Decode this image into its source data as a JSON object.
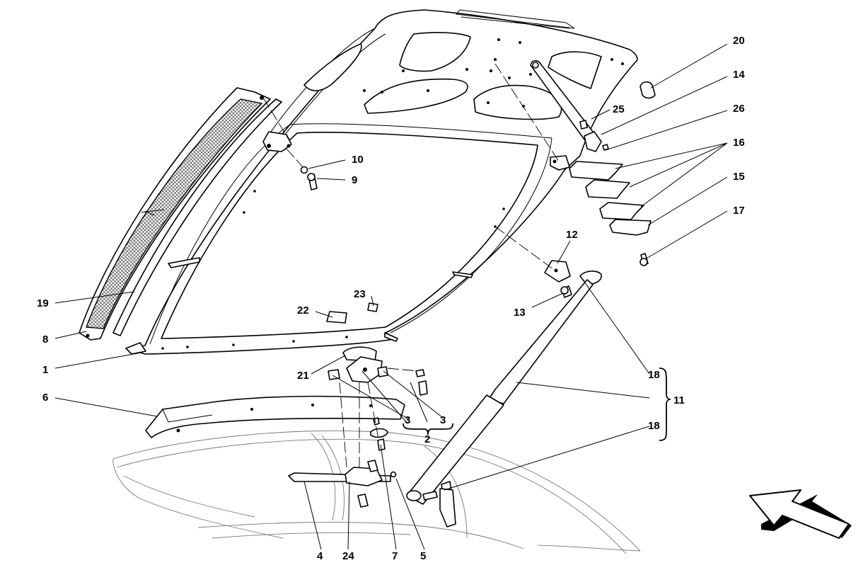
{
  "callouts": {
    "c1": "1",
    "c2": "2",
    "c3a": "3",
    "c3b": "3",
    "c4": "4",
    "c5": "5",
    "c6": "6",
    "c7": "7",
    "c8": "8",
    "c9": "9",
    "c10": "10",
    "c11": "11",
    "c12": "12",
    "c13": "13",
    "c14": "14",
    "c15": "15",
    "c16": "16",
    "c17": "17",
    "c18a": "18",
    "c18b": "18",
    "c19": "19",
    "c20": "20",
    "c21": "21",
    "c22": "22",
    "c23": "23",
    "c24": "24",
    "c25": "25",
    "c26": "26"
  },
  "icons": {
    "direction_arrow": "arrow-direction-icon"
  }
}
